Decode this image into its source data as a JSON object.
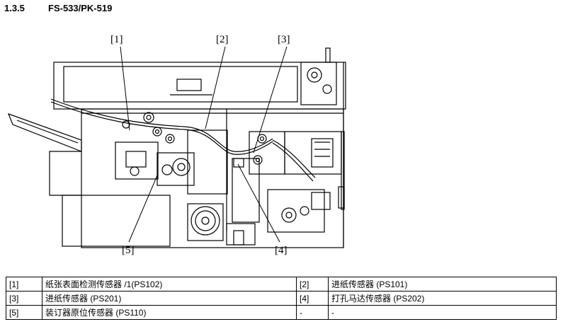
{
  "section": {
    "number": "1.3.5",
    "title": "FS-533/PK-519"
  },
  "callouts": [
    "[1]",
    "[2]",
    "[3]",
    "[4]",
    "[5]"
  ],
  "parts_table": [
    {
      "key1": "[1]",
      "name1": "纸张表面检测传感器 /1(PS102)",
      "key2": "[2]",
      "name2": "进纸传感器 (PS101)"
    },
    {
      "key1": "[3]",
      "name1": "进纸传感器 (PS201)",
      "key2": "[4]",
      "name2": "打孔马达传感器 (PS202)"
    },
    {
      "key1": "[5]",
      "name1": "装订器原位传感器 (PS110)",
      "key2": "-",
      "name2": "-"
    }
  ]
}
